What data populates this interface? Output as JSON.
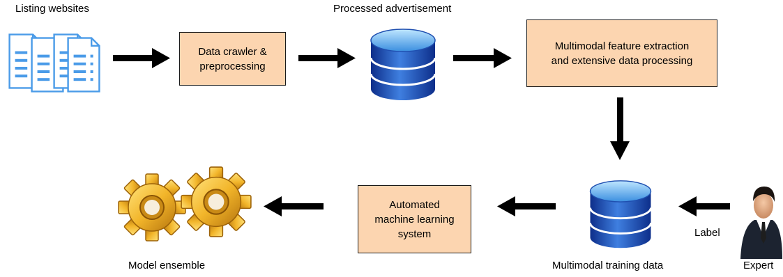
{
  "labels": {
    "listing_websites": "Listing websites",
    "processed_advertisement": "Processed advertisement",
    "model_ensemble": "Model ensemble",
    "multimodal_training_data": "Multimodal training data",
    "expert": "Expert",
    "label": "Label"
  },
  "boxes": {
    "crawler": "Data crawler &\npreprocessing",
    "feature_extraction": "Multimodal feature extraction\nand extensive data processing",
    "automl": "Automated\nmachine learning\nsystem"
  },
  "colors": {
    "box_fill": "#fcd5b0",
    "db_blue": "#1f4fb0",
    "doc_blue": "#4a9be8",
    "gear_gold": "#e8a820",
    "arrow": "#000000"
  },
  "icons": {
    "documents": "document-stack-icon",
    "database": "database-icon",
    "gears": "gears-icon",
    "expert": "businessman-icon"
  }
}
